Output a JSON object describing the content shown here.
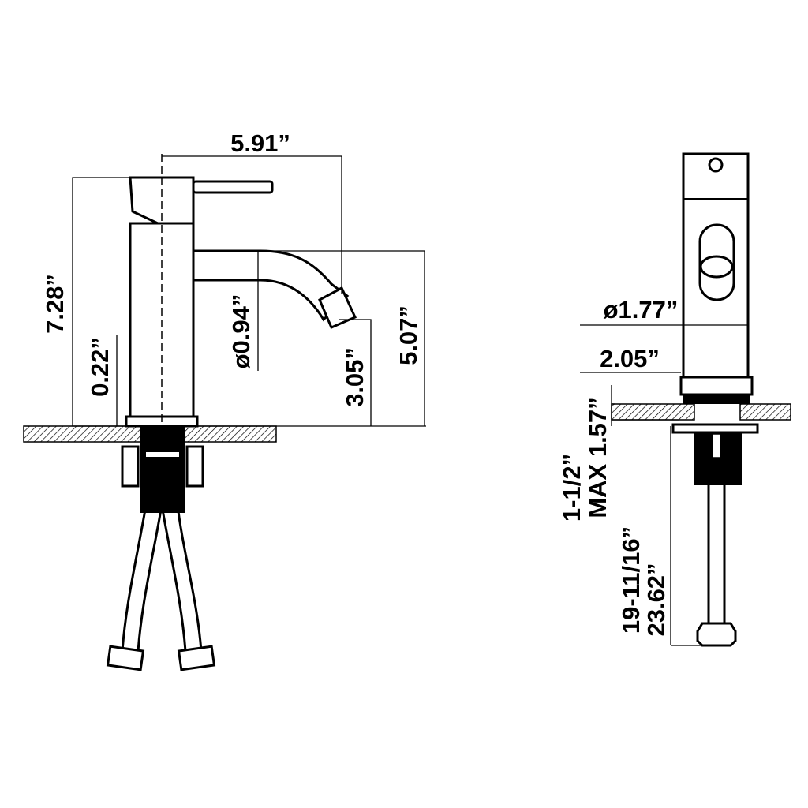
{
  "drawing": {
    "front_view": {
      "width_to_spout": "5.91”",
      "total_height": "7.28”",
      "base_height": "0.22”",
      "spout_diameter": "ø0.94”",
      "spout_clearance": "3.05”",
      "spout_height": "5.07”"
    },
    "side_view": {
      "body_diameter": "ø1.77”",
      "base_diameter": "2.05”",
      "max_deck_thickness": "MAX 1.57”",
      "hole_size": "1-1/2”",
      "hose_length_fraction": "19-11/16”",
      "hose_length_decimal": "23.62”"
    }
  }
}
